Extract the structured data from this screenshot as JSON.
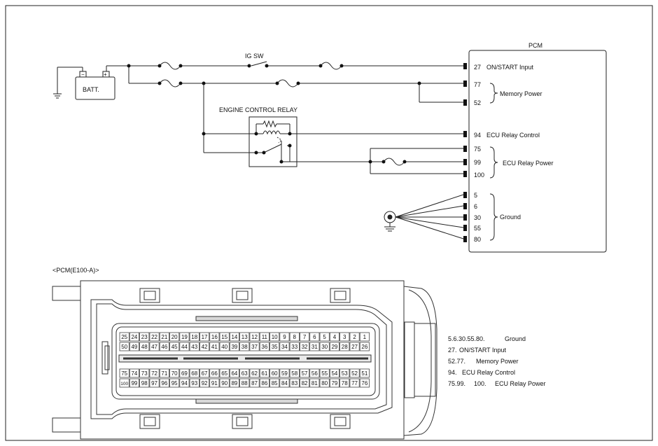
{
  "schematic": {
    "battery_label": "BATT.",
    "battery_neg": "−",
    "battery_pos": "+",
    "ig_sw_label": "IG SW",
    "relay_label": "ENGINE CONTROL RELAY",
    "pcm_title": "PCM",
    "pins": {
      "p27": "27",
      "p77": "77",
      "p52": "52",
      "p94": "94",
      "p75": "75",
      "p99": "99",
      "p100": "100",
      "p5": "5",
      "p6": "6",
      "p30": "30",
      "p55": "55",
      "p80": "80"
    },
    "signals": {
      "on_start": "ON/START Input",
      "memory_power": "Memory Power",
      "ecu_relay_control": "ECU Relay Control",
      "ecu_relay_power": "ECU Relay Power",
      "ground": "Ground"
    }
  },
  "connector": {
    "title": "<PCM(E100-A)>",
    "rows": [
      [
        "25",
        "24",
        "23",
        "22",
        "21",
        "20",
        "19",
        "18",
        "17",
        "16",
        "15",
        "14",
        "13",
        "12",
        "11",
        "10",
        "9",
        "8",
        "7",
        "6",
        "5",
        "4",
        "3",
        "2",
        "1"
      ],
      [
        "50",
        "49",
        "48",
        "47",
        "46",
        "45",
        "44",
        "43",
        "42",
        "41",
        "40",
        "39",
        "38",
        "37",
        "36",
        "35",
        "34",
        "33",
        "32",
        "31",
        "30",
        "29",
        "28",
        "27",
        "26"
      ],
      [
        "75",
        "74",
        "73",
        "72",
        "71",
        "70",
        "69",
        "68",
        "67",
        "66",
        "65",
        "64",
        "63",
        "62",
        "61",
        "60",
        "59",
        "58",
        "57",
        "56",
        "55",
        "54",
        "53",
        "52",
        "51"
      ],
      [
        "100",
        "99",
        "98",
        "97",
        "96",
        "95",
        "94",
        "93",
        "92",
        "91",
        "90",
        "89",
        "88",
        "87",
        "86",
        "85",
        "84",
        "83",
        "82",
        "81",
        "80",
        "79",
        "78",
        "77",
        "76"
      ]
    ]
  },
  "legend": [
    {
      "pins": "5.6.30.55.80.",
      "desc": "Ground"
    },
    {
      "pins": "27.",
      "desc": "ON/START Input"
    },
    {
      "pins": "52.77.",
      "desc": "Memory Power"
    },
    {
      "pins": "94.",
      "desc": "ECU Relay Control"
    },
    {
      "pins": "75.99.",
      "pins2": "100.",
      "desc": "ECU Relay Power"
    }
  ]
}
